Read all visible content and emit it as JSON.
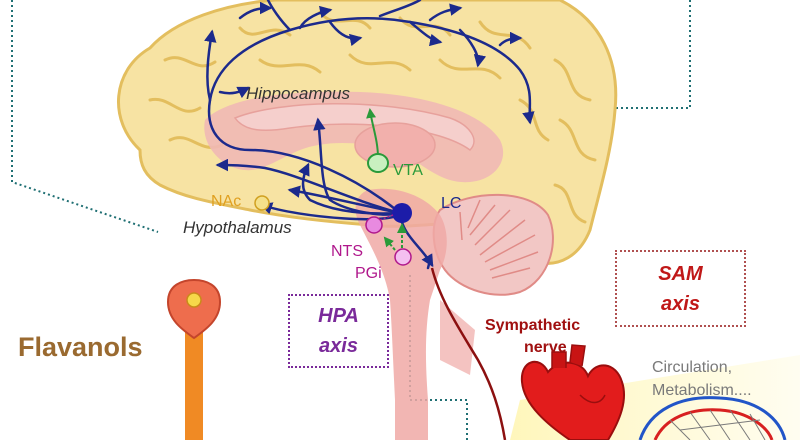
{
  "labels": {
    "hippocampus": "Hippocampus",
    "vta": "VTA",
    "nac": "NAc",
    "hypothalamus": "Hypothalamus",
    "lc": "LC",
    "nts": "NTS",
    "pgi": "PGi",
    "flavanols": "Flavanols",
    "sympathetic_line1": "Sympathetic",
    "sympathetic_line2": "nerve",
    "circulation_line1": "Circulation,",
    "circulation_line2": "Metabolism...."
  },
  "boxes": {
    "hpa_line1": "HPA",
    "hpa_line2": "axis",
    "sam_line1": "SAM",
    "sam_line2": "axis"
  },
  "colors": {
    "cortex": "#f7e3a3",
    "cortex_stroke": "#e3be5e",
    "limbic": "#efb8b5",
    "brainstem": "#f0a9a6",
    "pathway_blue": "#1c2a8c",
    "pathway_green": "#2a9a3a",
    "dotted_teal": "#1f6f73",
    "hpa_text": "#7a2a9a",
    "sam_text": "#c01818",
    "nerve_red": "#8c1010",
    "flavanol_orange": "#f08a24",
    "label_gold": "#e0a020",
    "label_magenta": "#b0188c",
    "vta_green": "#2a9a3a",
    "flavanols_text": "#9a6a30",
    "circulation_text": "#7a7a7a"
  },
  "icons": {
    "cell": "flavanol-cell-icon",
    "heart": "heart-icon",
    "vessels": "blood-vessel-icon"
  }
}
